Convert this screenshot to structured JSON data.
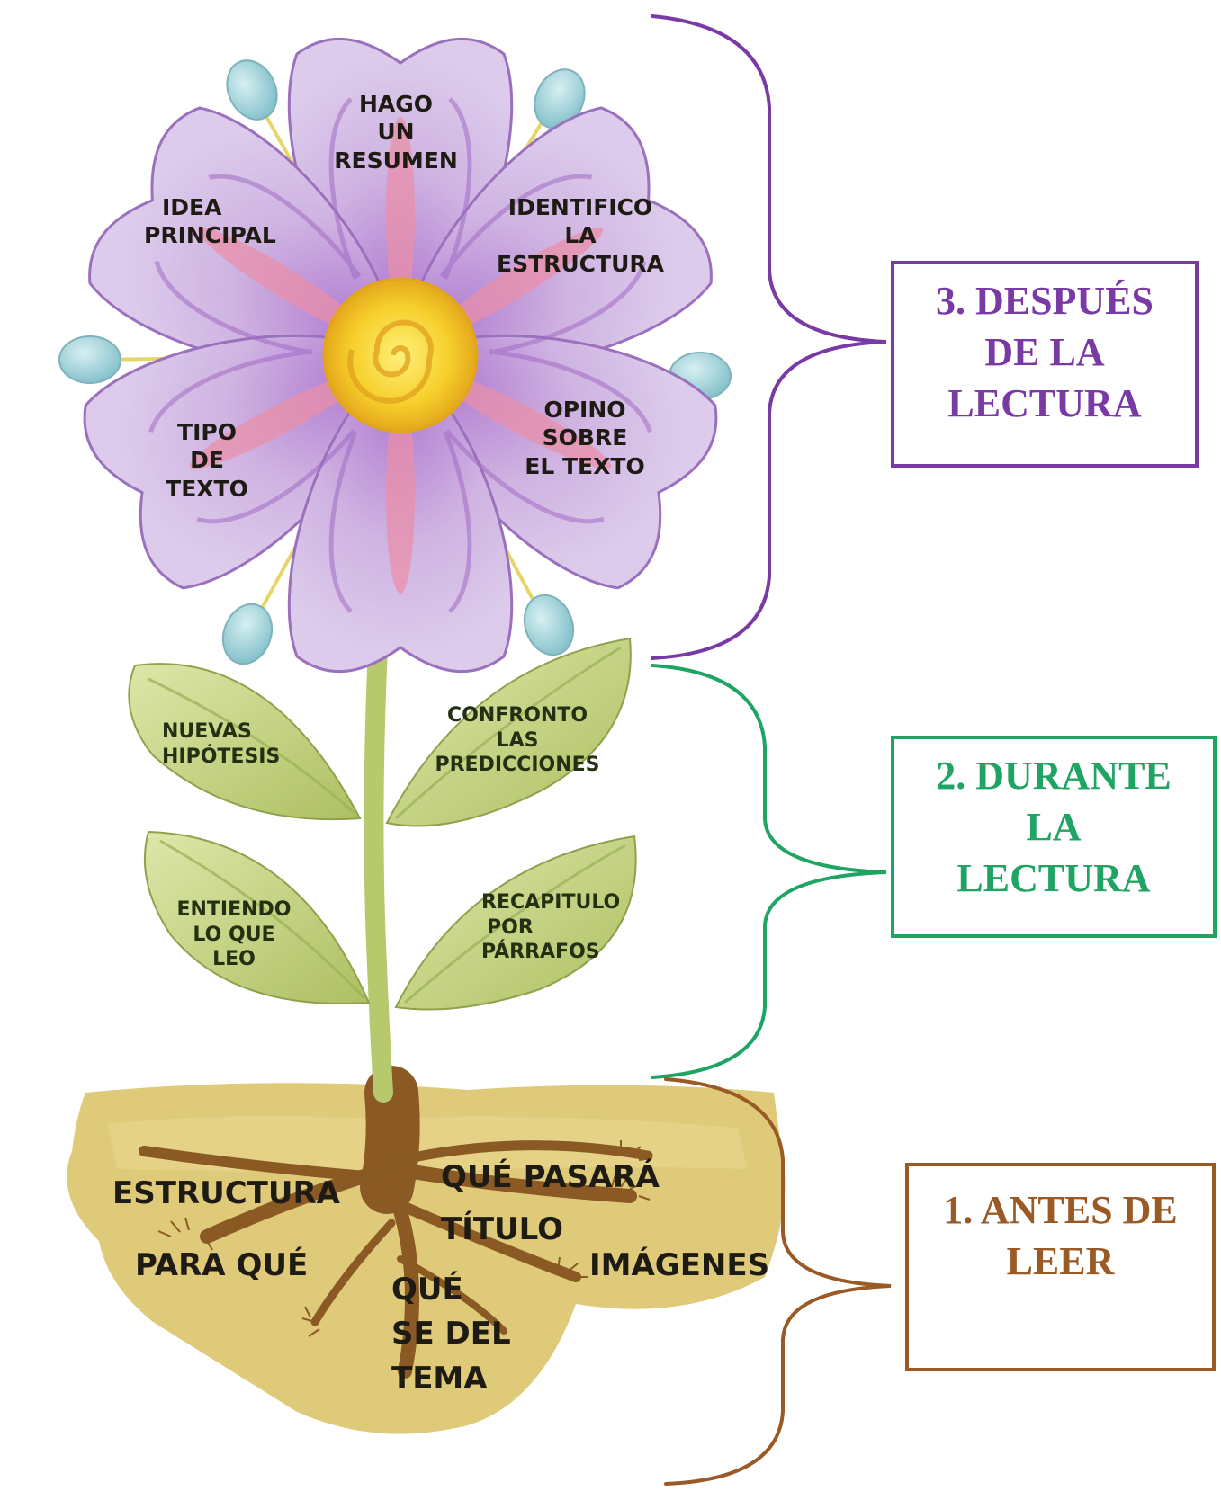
{
  "flower_labels": {
    "top": [
      "HAGO",
      "UN",
      "RESUMEN"
    ],
    "upper_left": [
      "IDEA",
      "PRINCIPAL"
    ],
    "upper_right": [
      "IDENTIFICO",
      "LA",
      "ESTRUCTURA"
    ],
    "lower_left": [
      "TIPO",
      "DE",
      "TEXTO"
    ],
    "lower_right": [
      "OPINO",
      "SOBRE",
      "EL TEXTO"
    ]
  },
  "leaf_labels": {
    "upper_left": [
      "NUEVAS",
      "HIPÓTESIS"
    ],
    "upper_right": [
      "CONFRONTO",
      "LAS",
      "PREDICCIONES"
    ],
    "lower_left": [
      "ENTIENDO",
      "LO QUE",
      "LEO"
    ],
    "lower_right": [
      "RECAPITULO",
      "POR",
      "PÁRRAFOS"
    ]
  },
  "root_labels": {
    "estructura": "ESTRUCTURA",
    "que_pasara": "QUÉ PASARÁ",
    "titulo": "TÍTULO",
    "para_que": "PARA QUÉ",
    "imagenes": "IMÁGENES",
    "que_se": [
      "QUÉ",
      "SE DEL",
      "TEMA"
    ]
  },
  "stages": [
    {
      "lines": [
        "3. DESPUÉS",
        "DE LA",
        "LECTURA"
      ],
      "color": "#7a3aa6"
    },
    {
      "lines": [
        "2. DURANTE",
        "LA",
        "LECTURA"
      ],
      "color": "#1fa463"
    },
    {
      "lines": [
        "1. ANTES DE",
        "LEER"
      ],
      "color": "#9a5a26"
    }
  ],
  "colors": {
    "petal": "#c7a6dc",
    "petal_edge": "#8e5fb3",
    "center": "#f6cf2a",
    "leaf": "#c9d98c",
    "stem": "#b7c96d",
    "soil": "#dcc56e",
    "root": "#8b5a24",
    "stamen_tip": "#9fd0d8"
  }
}
